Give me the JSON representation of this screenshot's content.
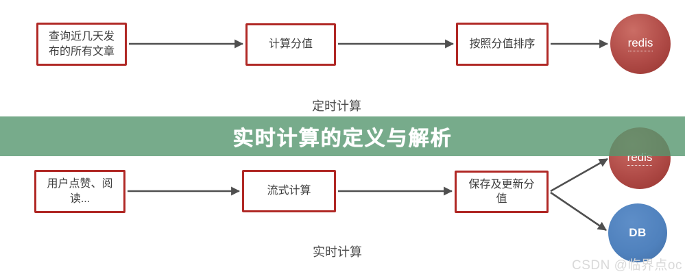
{
  "banner": {
    "title": "实时计算的定义与解析",
    "background_color": "#55966e",
    "text_color": "#ffffff"
  },
  "flow_timed": {
    "caption": "定时计算",
    "box1": {
      "line1": "查询近几天发",
      "line2": "布的所有文章"
    },
    "box2": {
      "line1": "计算分值"
    },
    "box3": {
      "line1": "按照分值排序"
    },
    "target_redis": {
      "label": "redis",
      "color": "#b04b47"
    }
  },
  "flow_realtime": {
    "caption": "实时计算",
    "box1": {
      "line1": "用户点赞、阅",
      "line2": "读..."
    },
    "box2": {
      "line1": "流式计算"
    },
    "box3": {
      "line1": "保存及更新分",
      "line2": "值"
    },
    "target_redis": {
      "label": "redis",
      "color": "#b04b47"
    },
    "target_db": {
      "label": "DB",
      "color": "#4f81bd"
    }
  },
  "watermark": {
    "text": "CSDN @临界点oc"
  },
  "colors": {
    "box_border": "#b02825",
    "box_text": "#3d3d3d",
    "arrow": "#4f4f4f",
    "banner_green": "#76a98b",
    "redis_red": "#b04b47",
    "db_blue": "#4f81bd"
  }
}
